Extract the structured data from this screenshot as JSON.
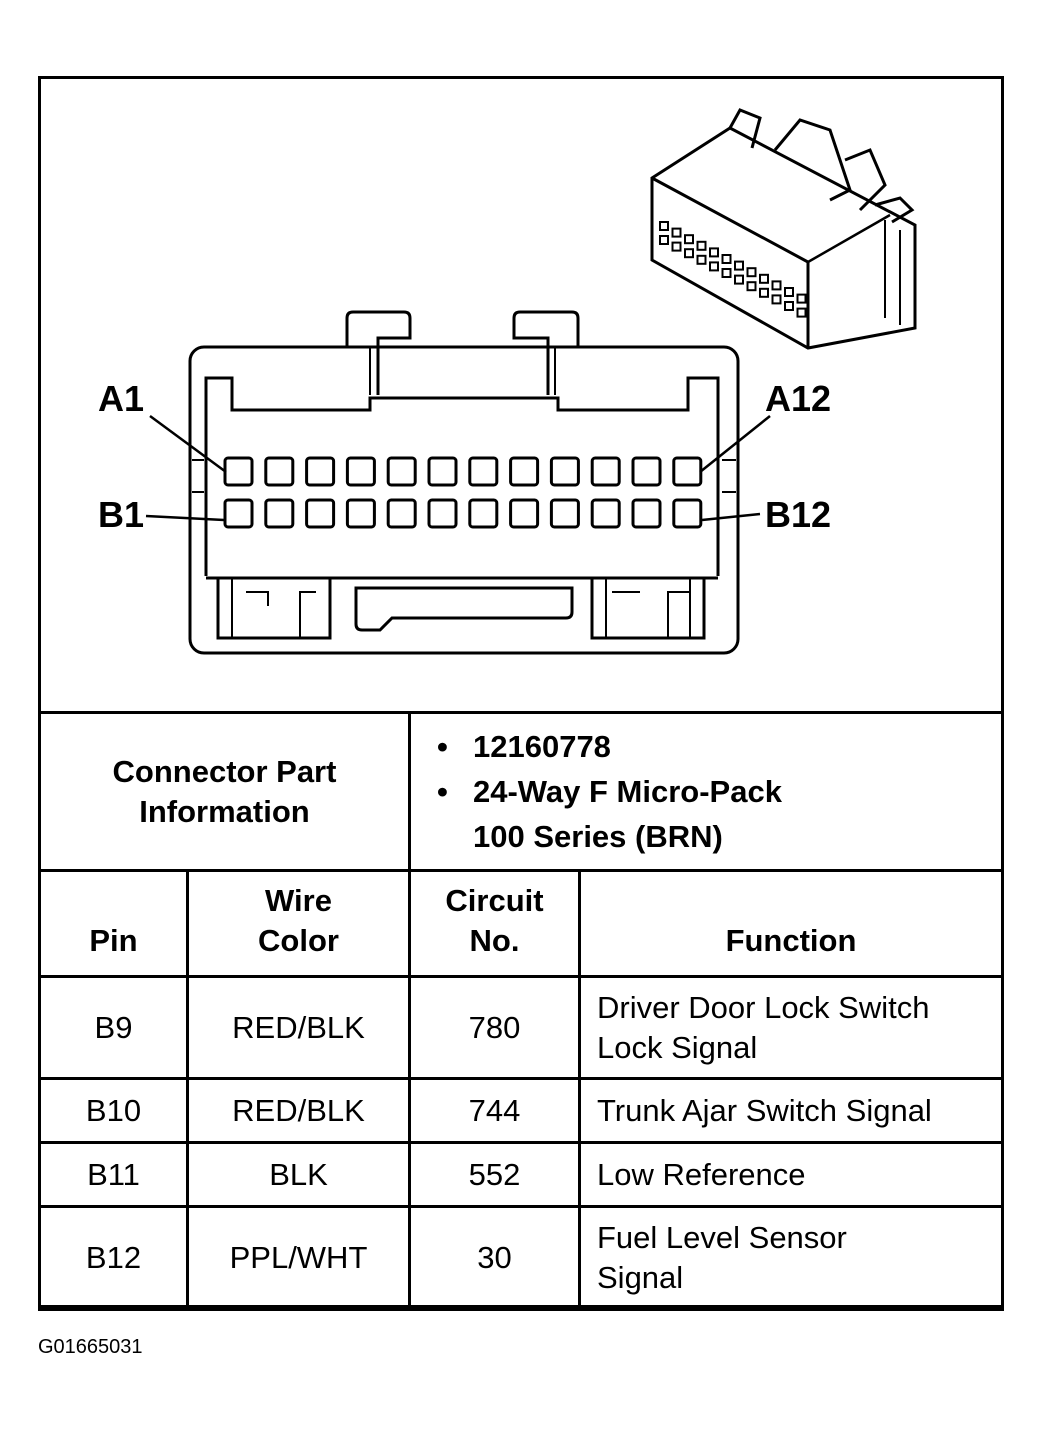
{
  "diagram": {
    "pin_labels": {
      "a_first": "A1",
      "a_last": "A12",
      "b_first": "B1",
      "b_last": "B12"
    },
    "rows": [
      {
        "row": "A",
        "pin_count": 12
      },
      {
        "row": "B",
        "pin_count": 12
      }
    ]
  },
  "connector_info": {
    "label_line1": "Connector Part",
    "label_line2": "Information",
    "part_number": "12160778",
    "description_line1": "24-Way F Micro-Pack",
    "description_line2": "100 Series (BRN)"
  },
  "table": {
    "headers": {
      "pin": "Pin",
      "wire_color_line1": "Wire",
      "wire_color_line2": "Color",
      "circuit_line1": "Circuit",
      "circuit_line2": "No.",
      "function": "Function"
    },
    "rows": [
      {
        "pin": "B9",
        "wire_color": "RED/BLK",
        "circuit": "780",
        "function_line1": "Driver Door Lock Switch",
        "function_line2": "Lock Signal"
      },
      {
        "pin": "B10",
        "wire_color": "RED/BLK",
        "circuit": "744",
        "function_line1": "Trunk Ajar Switch Signal",
        "function_line2": ""
      },
      {
        "pin": "B11",
        "wire_color": "BLK",
        "circuit": "552",
        "function_line1": "Low Reference",
        "function_line2": ""
      },
      {
        "pin": "B12",
        "wire_color": "PPL/WHT",
        "circuit": "30",
        "function_line1": "Fuel Level Sensor",
        "function_line2": "Signal"
      }
    ]
  },
  "figure_code": "G01665031"
}
